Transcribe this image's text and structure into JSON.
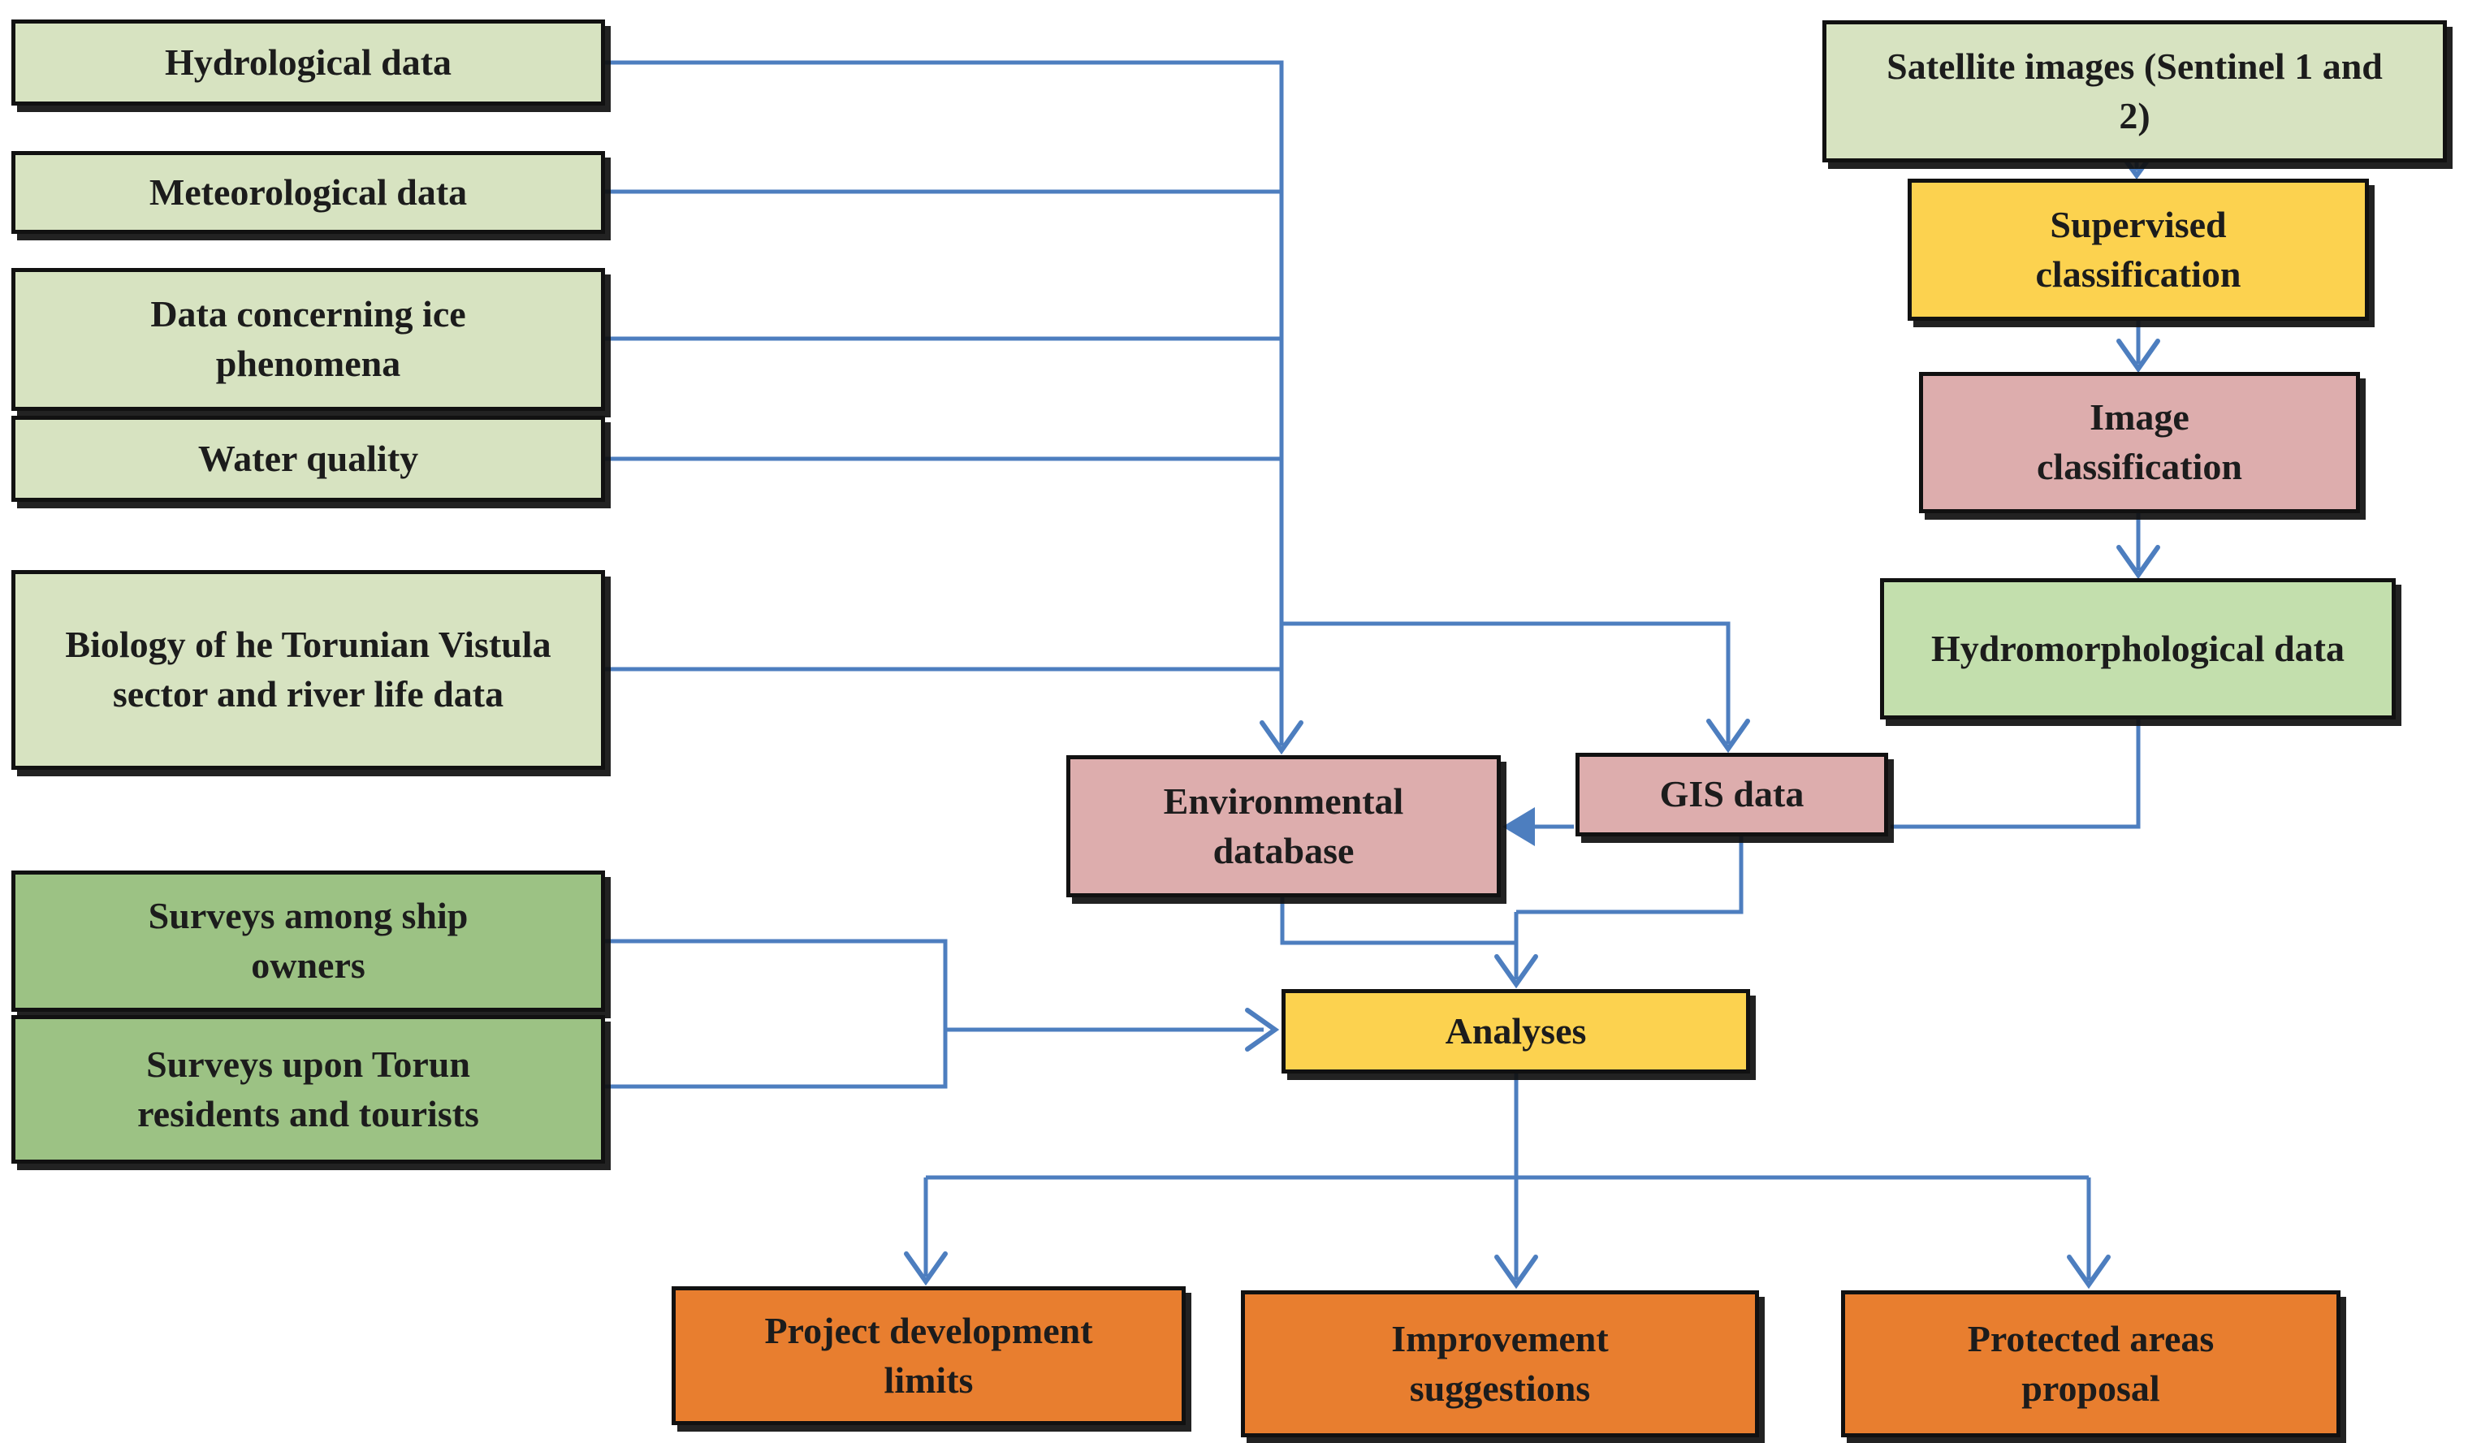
{
  "diagram": {
    "type": "flowchart",
    "palette": {
      "connector": "#4d7ebf",
      "border": "#111111",
      "text": "#1c1c1c",
      "fills": {
        "pale_green": "#d7e3c1",
        "mid_green": "#9cc284",
        "soft_green": "#c3dfad",
        "yellow": "#fcd24f",
        "pink": "#ddadad",
        "orange": "#e87e2f"
      }
    },
    "nodes": {
      "hydrological": {
        "label": "Hydrological data",
        "fill": "pale_green"
      },
      "meteorological": {
        "label": "Meteorological data",
        "fill": "pale_green"
      },
      "ice": {
        "label": "Data concerning ice phenomena",
        "fill": "pale_green"
      },
      "water": {
        "label": "Water quality",
        "fill": "pale_green"
      },
      "biology": {
        "label": "Biology of he Torunian Vistula sector and river life data",
        "fill": "pale_green"
      },
      "surveys_ship": {
        "label": "Surveys among ship owners",
        "fill": "mid_green"
      },
      "surveys_residents": {
        "label": "Surveys upon Torun residents and tourists",
        "fill": "mid_green"
      },
      "satellite": {
        "label": "Satellite images (Sentinel 1 and 2)",
        "fill": "pale_green"
      },
      "supervised": {
        "label": "Supervised classification",
        "fill": "yellow"
      },
      "image_classification": {
        "label": "Image classification",
        "fill": "pink"
      },
      "hydromorphological": {
        "label": "Hydromorphological data",
        "fill": "soft_green"
      },
      "environmental_db": {
        "label": "Environmental database",
        "fill": "pink"
      },
      "gis": {
        "label": "GIS data",
        "fill": "pink"
      },
      "analyses": {
        "label": "Analyses",
        "fill": "yellow"
      },
      "project_limits": {
        "label": "Project development limits",
        "fill": "orange"
      },
      "improvement": {
        "label": "Improvement suggestions",
        "fill": "orange"
      },
      "protected_areas": {
        "label": "Protected areas proposal",
        "fill": "orange"
      }
    },
    "edges": [
      {
        "from": "hydrological",
        "to": "environmental_db"
      },
      {
        "from": "meteorological",
        "to": "environmental_db"
      },
      {
        "from": "ice",
        "to": "environmental_db"
      },
      {
        "from": "water",
        "to": "environmental_db"
      },
      {
        "from": "biology",
        "to": "environmental_db"
      },
      {
        "from": "biology",
        "to": "gis"
      },
      {
        "from": "satellite",
        "to": "supervised"
      },
      {
        "from": "supervised",
        "to": "image_classification"
      },
      {
        "from": "image_classification",
        "to": "hydromorphological"
      },
      {
        "from": "hydromorphological",
        "to": "gis"
      },
      {
        "from": "gis",
        "to": "environmental_db"
      },
      {
        "from": "environmental_db",
        "to": "analyses"
      },
      {
        "from": "gis",
        "to": "analyses"
      },
      {
        "from": "surveys_ship",
        "to": "analyses"
      },
      {
        "from": "surveys_residents",
        "to": "analyses"
      },
      {
        "from": "analyses",
        "to": "project_limits"
      },
      {
        "from": "analyses",
        "to": "improvement"
      },
      {
        "from": "analyses",
        "to": "protected_areas"
      }
    ]
  }
}
